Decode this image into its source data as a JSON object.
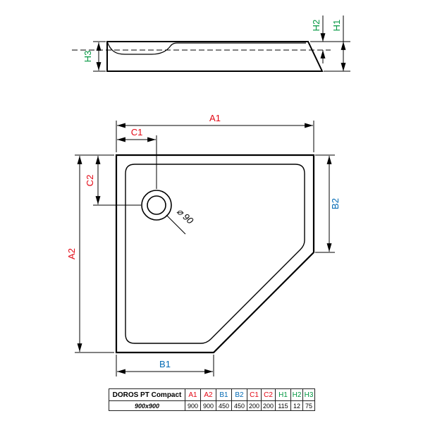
{
  "drawing": {
    "dimension_labels": {
      "a1": "A1",
      "a2": "A2",
      "b1": "B1",
      "b2": "B2",
      "c1": "C1",
      "c2": "C2",
      "h1": "H1",
      "h2": "H2",
      "h3": "H3"
    },
    "drain_label": "⌀ 90",
    "colors": {
      "dim_a_c": "#e30613",
      "dim_b": "#0069b4",
      "dim_h": "#009640",
      "outline": "#000000"
    }
  },
  "table": {
    "product": "DOROS PT Compact",
    "headers": [
      {
        "label": "A1",
        "color": "#e30613"
      },
      {
        "label": "A2",
        "color": "#e30613"
      },
      {
        "label": "B1",
        "color": "#0069b4"
      },
      {
        "label": "B2",
        "color": "#0069b4"
      },
      {
        "label": "C1",
        "color": "#e30613"
      },
      {
        "label": "C2",
        "color": "#e30613"
      },
      {
        "label": "H1",
        "color": "#009640"
      },
      {
        "label": "H2",
        "color": "#009640"
      },
      {
        "label": "H3",
        "color": "#009640"
      }
    ],
    "row": {
      "size": "900x900",
      "values": [
        "900",
        "900",
        "450",
        "450",
        "200",
        "200",
        "115",
        "12",
        "75"
      ]
    }
  }
}
